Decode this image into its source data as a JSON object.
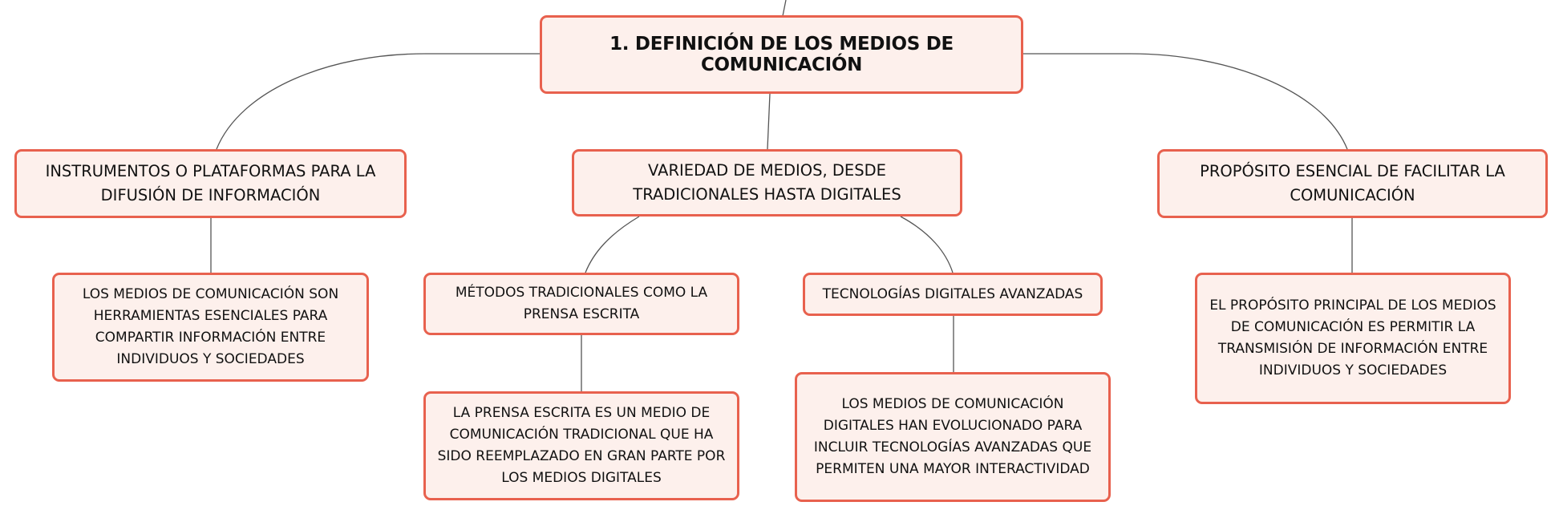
{
  "diagram": {
    "root": {
      "label": "1. DEFINICIÓN DE LOS MEDIOS DE COMUNICACIÓN"
    },
    "branches": [
      {
        "label": "INSTRUMENTOS O PLATAFORMAS PARA LA DIFUSIÓN DE INFORMACIÓN",
        "children": [
          {
            "label": "LOS MEDIOS DE COMUNICACIÓN SON HERRAMIENTAS ESENCIALES PARA COMPARTIR INFORMACIÓN ENTRE INDIVIDUOS Y SOCIEDADES"
          }
        ]
      },
      {
        "label": "VARIEDAD DE MEDIOS, DESDE TRADICIONALES HASTA DIGITALES",
        "children": [
          {
            "label": "MÉTODOS TRADICIONALES COMO LA PRENSA ESCRITA",
            "children": [
              {
                "label": "LA PRENSA ESCRITA ES UN MEDIO DE COMUNICACIÓN TRADICIONAL QUE HA SIDO REEMPLAZADO EN GRAN PARTE POR LOS MEDIOS DIGITALES"
              }
            ]
          },
          {
            "label": "TECNOLOGÍAS DIGITALES AVANZADAS",
            "children": [
              {
                "label": "LOS MEDIOS DE COMUNICACIÓN DIGITALES HAN EVOLUCIONADO PARA INCLUIR TECNOLOGÍAS AVANZADAS QUE PERMITEN UNA MAYOR INTERACTIVIDAD"
              }
            ]
          }
        ]
      },
      {
        "label": "PROPÓSITO ESENCIAL DE FACILITAR LA COMUNICACIÓN",
        "children": [
          {
            "label": "EL PROPÓSITO PRINCIPAL DE LOS MEDIOS DE COMUNICACIÓN ES PERMITIR LA TRANSMISIÓN DE INFORMACIÓN ENTRE INDIVIDUOS Y SOCIEDADES"
          }
        ]
      }
    ]
  },
  "colors": {
    "node_border": "#e8614e",
    "node_fill": "#fdf0ec",
    "connector": "#555555",
    "text": "#111111"
  }
}
